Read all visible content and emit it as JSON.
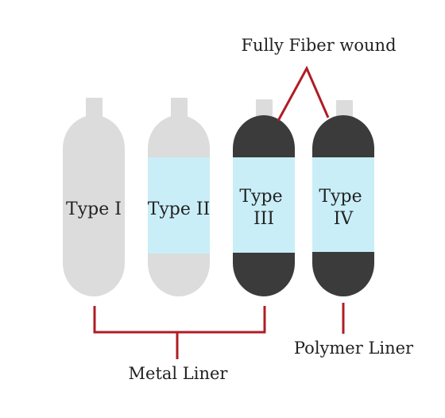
{
  "diagram": {
    "cylinders": [
      {
        "id": "type-1",
        "label_lines": [
          "Type I"
        ],
        "dome_color": "#dcdcdc",
        "band_color": "#dcdcdc"
      },
      {
        "id": "type-2",
        "label_lines": [
          "Type II"
        ],
        "dome_color": "#dcdcdc",
        "band_color": "#c9eef8"
      },
      {
        "id": "type-3",
        "label_lines": [
          "Type",
          "III"
        ],
        "dome_color": "#3b3b3b",
        "band_color": "#c9eef8"
      },
      {
        "id": "type-4",
        "label_lines": [
          "Type",
          "IV"
        ],
        "dome_color": "#3b3b3b",
        "band_color": "#c9eef8"
      }
    ],
    "valve_color": "#dcdcdc",
    "connector_color": "#b01c24",
    "callouts": {
      "fiber": "Fully Fiber wound",
      "metal": "Metal Liner",
      "polymer": "Polymer Liner"
    }
  }
}
